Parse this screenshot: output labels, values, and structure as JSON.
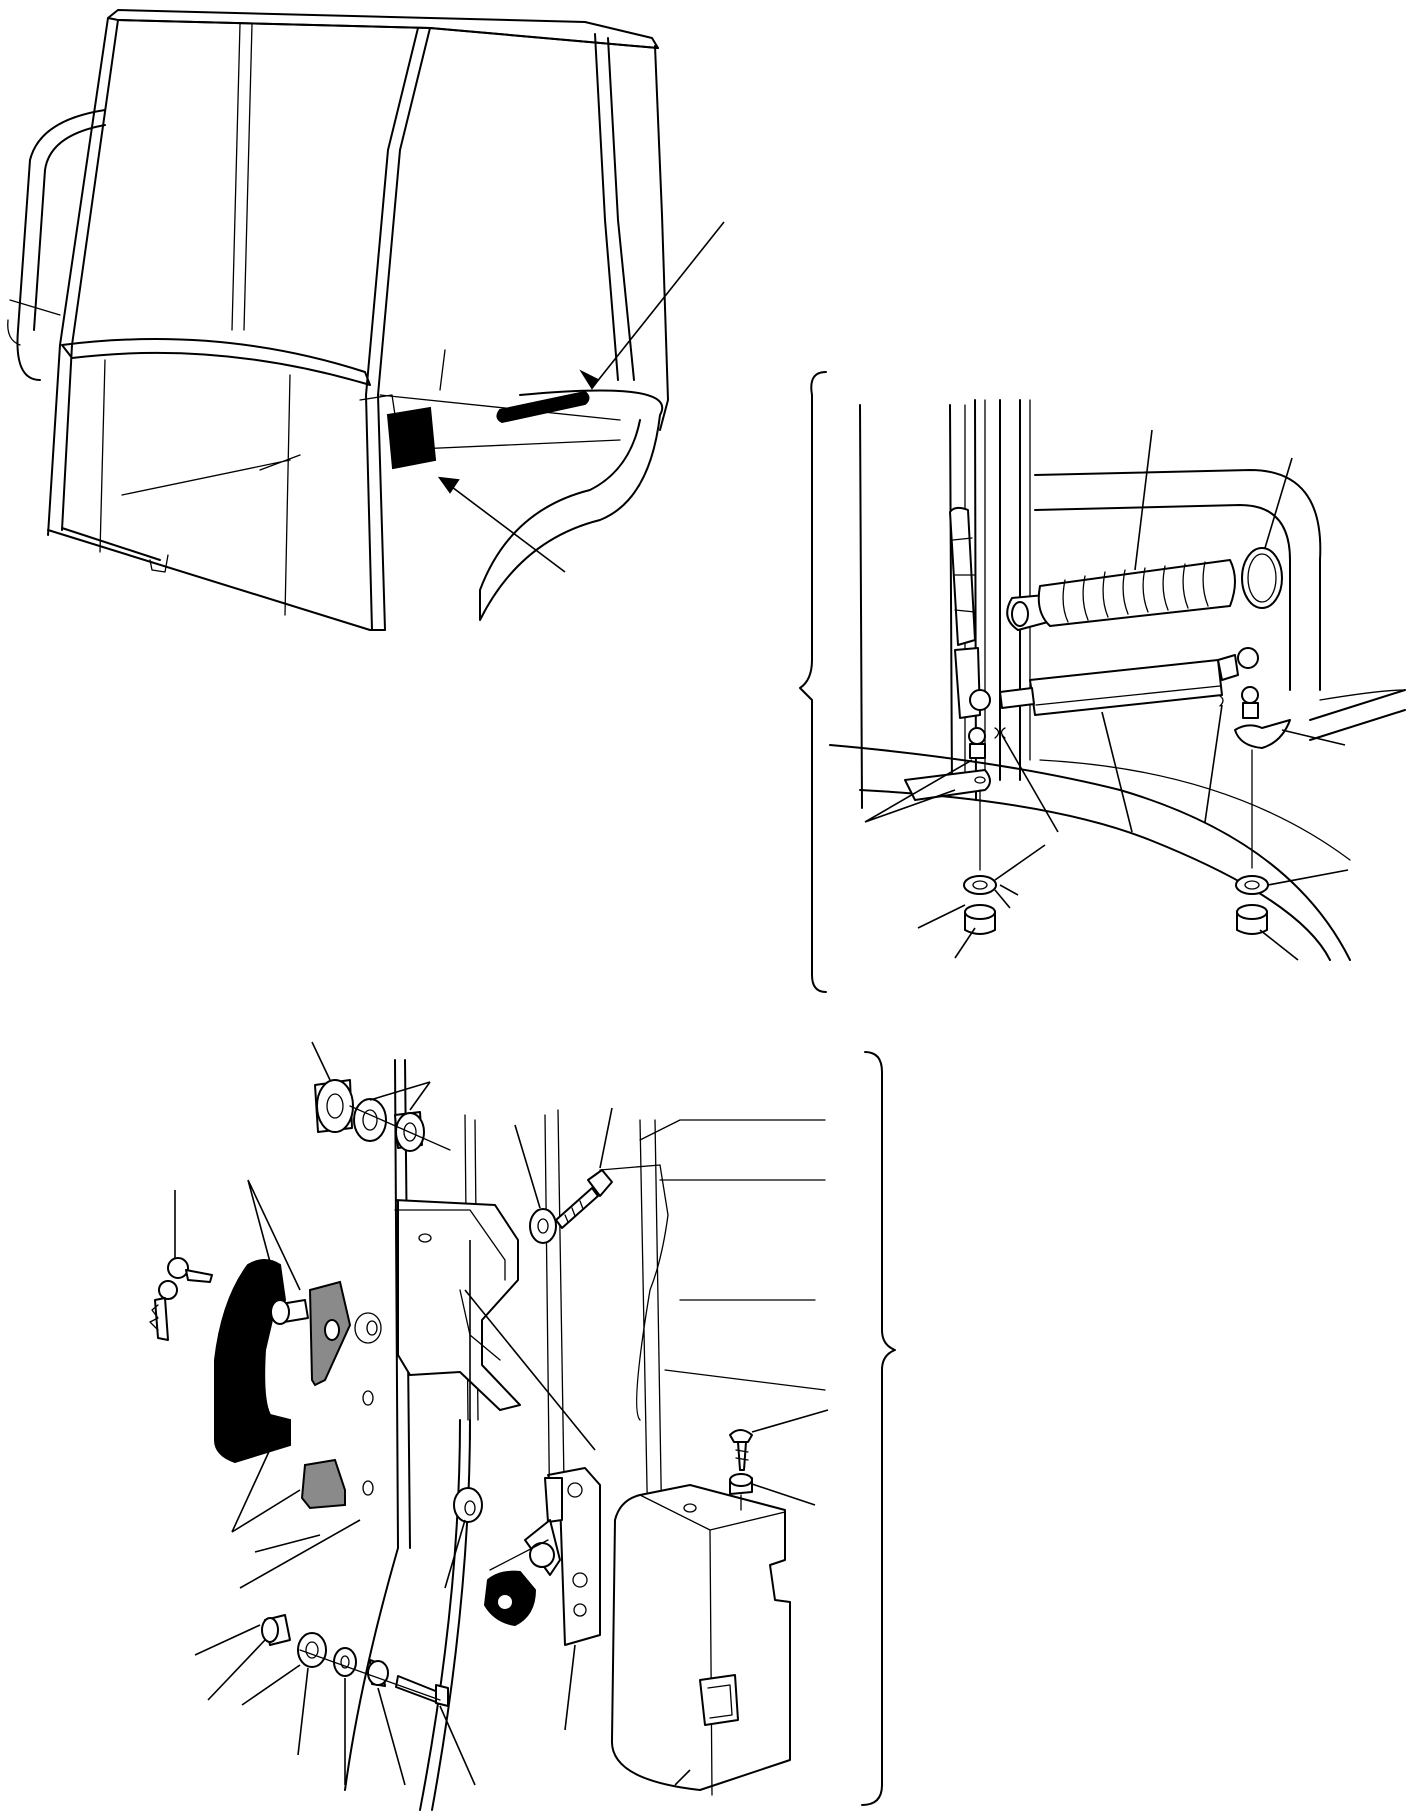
{
  "figure": {
    "views": [
      {
        "id": "cab-overview",
        "description_name": "cab-overview"
      },
      {
        "id": "gas-spring-assembly",
        "description_name": "gas-spring-assembly"
      },
      {
        "id": "door-lock-assembly",
        "description_name": "door-lock-assembly"
      }
    ],
    "colors": {
      "ink": "#000000",
      "paper": "#ffffff",
      "hatch": "#8a8a8a"
    }
  }
}
